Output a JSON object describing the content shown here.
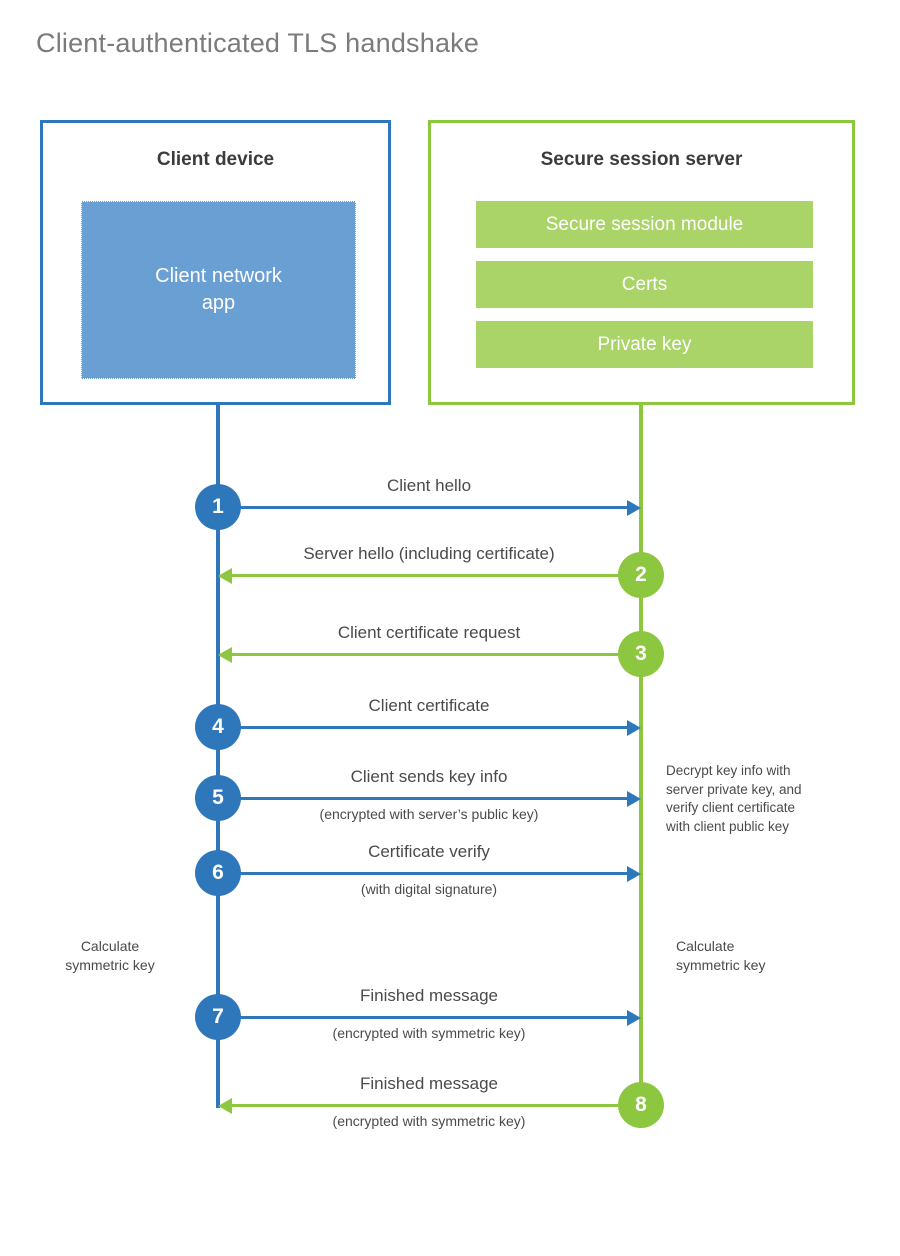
{
  "title": "Client-authenticated TLS handshake",
  "colors": {
    "client_blue": "#2e77bb",
    "client_app_fill": "#6a9fd4",
    "server_green": "#8dc63f",
    "server_bar_fill": "#aad468",
    "title_gray": "#7b7b7b",
    "text_gray": "#4a4a4a"
  },
  "client": {
    "title": "Client device",
    "app_label": "Client network\napp"
  },
  "server": {
    "title": "Secure session server",
    "bars": [
      {
        "label": "Secure session module"
      },
      {
        "label": "Certs"
      },
      {
        "label": "Private key"
      }
    ]
  },
  "steps": [
    {
      "number": "1",
      "label": "Client hello",
      "sublabel": "",
      "direction": "client-to-server",
      "origin": "client"
    },
    {
      "number": "2",
      "label": "Server hello (including certificate)",
      "sublabel": "",
      "direction": "server-to-client",
      "origin": "server"
    },
    {
      "number": "3",
      "label": "Client certificate request",
      "sublabel": "",
      "direction": "server-to-client",
      "origin": "server"
    },
    {
      "number": "4",
      "label": "Client certificate",
      "sublabel": "",
      "direction": "client-to-server",
      "origin": "client"
    },
    {
      "number": "5",
      "label": "Client sends key info",
      "sublabel": "(encrypted with server’s public key)",
      "direction": "client-to-server",
      "origin": "client"
    },
    {
      "number": "6",
      "label": "Certificate verify",
      "sublabel": "(with digital signature)",
      "direction": "client-to-server",
      "origin": "client"
    },
    {
      "number": "7",
      "label": "Finished message",
      "sublabel": "(encrypted with symmetric key)",
      "direction": "client-to-server",
      "origin": "client"
    },
    {
      "number": "8",
      "label": "Finished message",
      "sublabel": "(encrypted with symmetric key)",
      "direction": "server-to-client",
      "origin": "server"
    }
  ],
  "notes": {
    "server_decrypt": "Decrypt key info with\nserver private key, and\nverify client certificate\nwith client public key",
    "client_calculate": "Calculate\nsymmetric key",
    "server_calculate": "Calculate\nsymmetric key"
  }
}
